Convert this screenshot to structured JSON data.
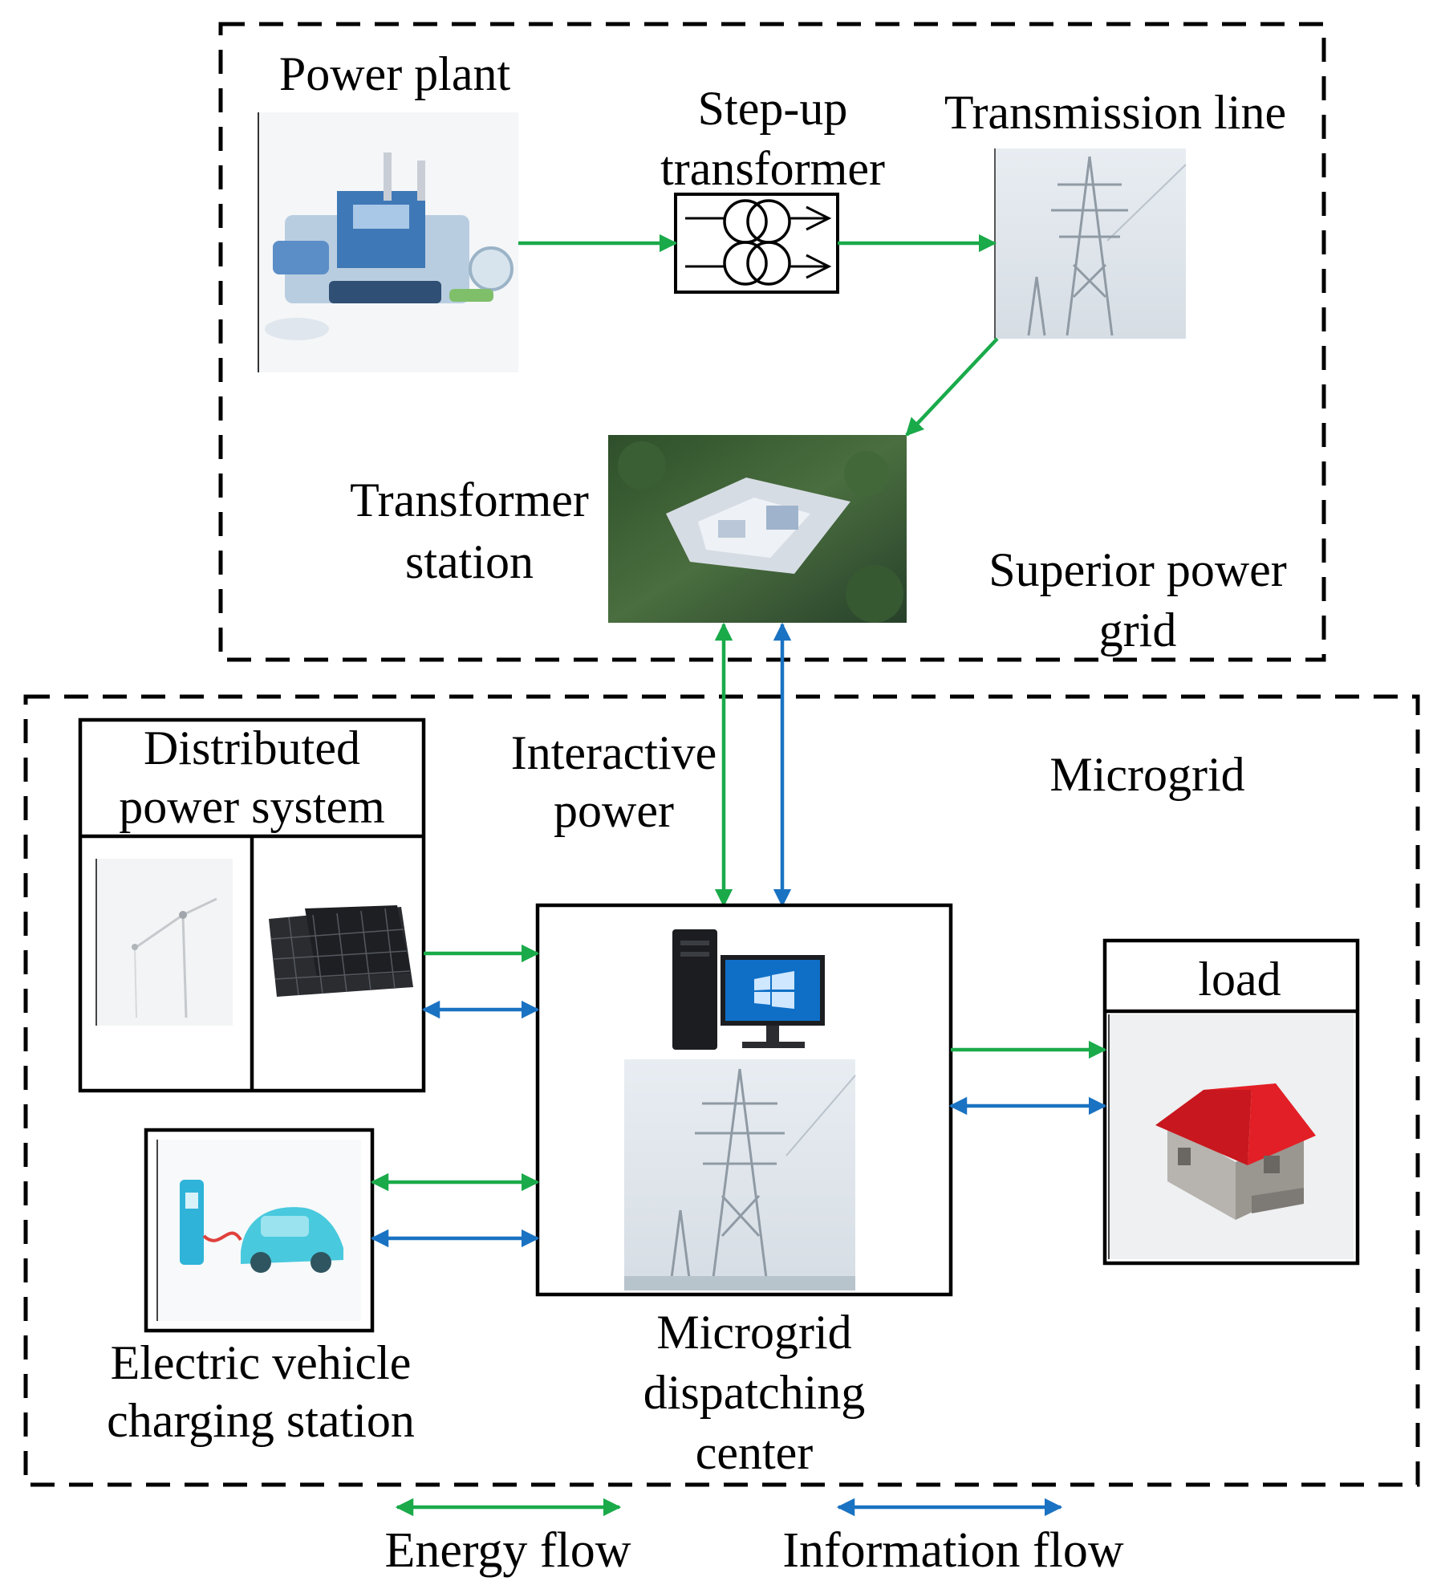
{
  "superior_grid": {
    "label_line1": "Superior power",
    "label_line2": "grid",
    "power_plant": "Power plant",
    "step_up_line1": "Step-up",
    "step_up_line2": "transformer",
    "transmission_line": "Transmission line",
    "transformer_station_line1": "Transformer",
    "transformer_station_line2": "station"
  },
  "interactive_power_line1": "Interactive",
  "interactive_power_line2": "power",
  "microgrid": {
    "label": "Microgrid",
    "distributed_line1": "Distributed",
    "distributed_line2": "power system",
    "ev_line1": "Electric vehicle",
    "ev_line2": "charging station",
    "dispatch_line1": "Microgrid",
    "dispatch_line2": "dispatching",
    "dispatch_line3": "center",
    "load": "load"
  },
  "legend": {
    "energy_flow": "Energy flow",
    "information_flow": "Information flow"
  },
  "colors": {
    "energy_flow": "#1aaa4a",
    "information_flow": "#1a72c2",
    "boundary": "#000000"
  },
  "icons": [
    "power-plant-icon",
    "step-up-transformer-icon",
    "transmission-tower-icon",
    "transformer-station-icon",
    "wind-turbine-icon",
    "solar-panel-icon",
    "ev-charger-icon",
    "computer-icon",
    "house-icon"
  ]
}
